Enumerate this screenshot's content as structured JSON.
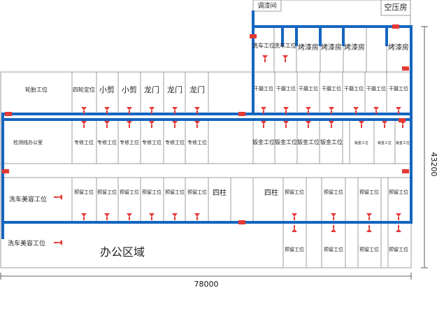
{
  "top_rooms": {
    "paint_mixing": "调漆间",
    "air_compressor": "空压房"
  },
  "booths": [
    "洗车工位",
    "洗车工位",
    "烤漆房",
    "烤漆房",
    "烤漆房",
    "烤漆房"
  ],
  "upper_left_row": [
    "轮胎工位",
    "四轮定位",
    "小剪",
    "小剪",
    "龙门",
    "龙门",
    "龙门"
  ],
  "upper_right_row": [
    "干磨工位",
    "干磨工位",
    "干磨工位",
    "干磨工位",
    "干磨工位",
    "干磨工位",
    "干磨工位"
  ],
  "middle_left": {
    "office": "检测线办公室",
    "repair": [
      "专修工位",
      "专修工位",
      "专修工位",
      "专修工位",
      "专修工位",
      "专修工位"
    ]
  },
  "middle_right": {
    "sheet": [
      "钣金工位",
      "钣金工位",
      "钣金工位",
      "钣金工位"
    ],
    "small": [
      "钣金工位",
      "钣金工位",
      "钣金工位"
    ]
  },
  "lower_left": {
    "wash": "洗车美容工位",
    "reserve": [
      "预留工位",
      "预留工位",
      "预留工位",
      "预留工位",
      "预留工位",
      "预留工位"
    ],
    "lift": "四柱"
  },
  "lower_right": {
    "lift": "四柱",
    "reserve": [
      "预留工位",
      "预留工位",
      "预留工位",
      "预留工位"
    ]
  },
  "bottom": {
    "wash": "洗车美容工位",
    "office": "办公区域",
    "reserve": [
      "预留工位",
      "预留工位",
      "预留工位",
      "预留工位"
    ]
  },
  "dimensions": {
    "width": "78000",
    "depth": "43200"
  },
  "colors": {
    "pipe": "#1565c0",
    "valve": "#e53935",
    "wall": "#9e9e9e"
  }
}
